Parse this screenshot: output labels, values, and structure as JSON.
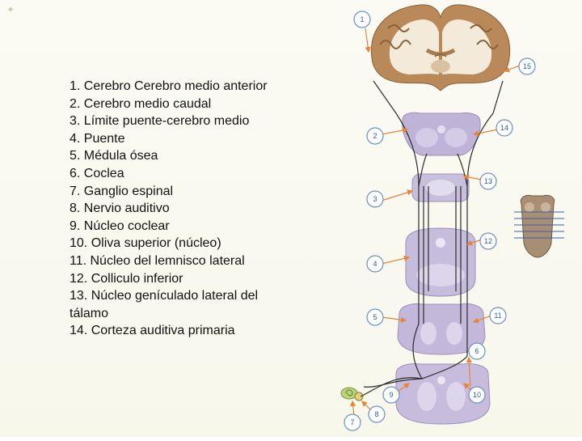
{
  "legend": {
    "items": [
      "1. Cerebro Cerebro medio anterior",
      "2. Cerebro medio caudal",
      "3. Límite puente-cerebro medio",
      "4. Puente",
      "5. Médula ósea",
      "6. Coclea",
      "7. Ganglio espinal",
      "8. Nervio auditivo",
      "9. Núcleo coclear",
      "10. Oliva superior (núcleo)",
      "11. Núcleo del lemnisco lateral",
      "12. Colliculo inferior",
      "13. Núcleo genículado lateral del tálamo",
      "14. Corteza auditiva primaria"
    ]
  },
  "figure": {
    "callouts": [
      "1",
      "2",
      "3",
      "4",
      "5",
      "6",
      "7",
      "8",
      "9",
      "10",
      "11",
      "12",
      "13",
      "14",
      "15"
    ]
  },
  "colors": {
    "callout_stroke": "#6d8fc4",
    "callout_text": "#2d5fa0",
    "arrow": "#e8843a",
    "brain_tissue": "#b9895a",
    "brain_white": "#f3ead9",
    "section_purple": "#bfb3d8",
    "pathway": "#2b2b2b"
  }
}
